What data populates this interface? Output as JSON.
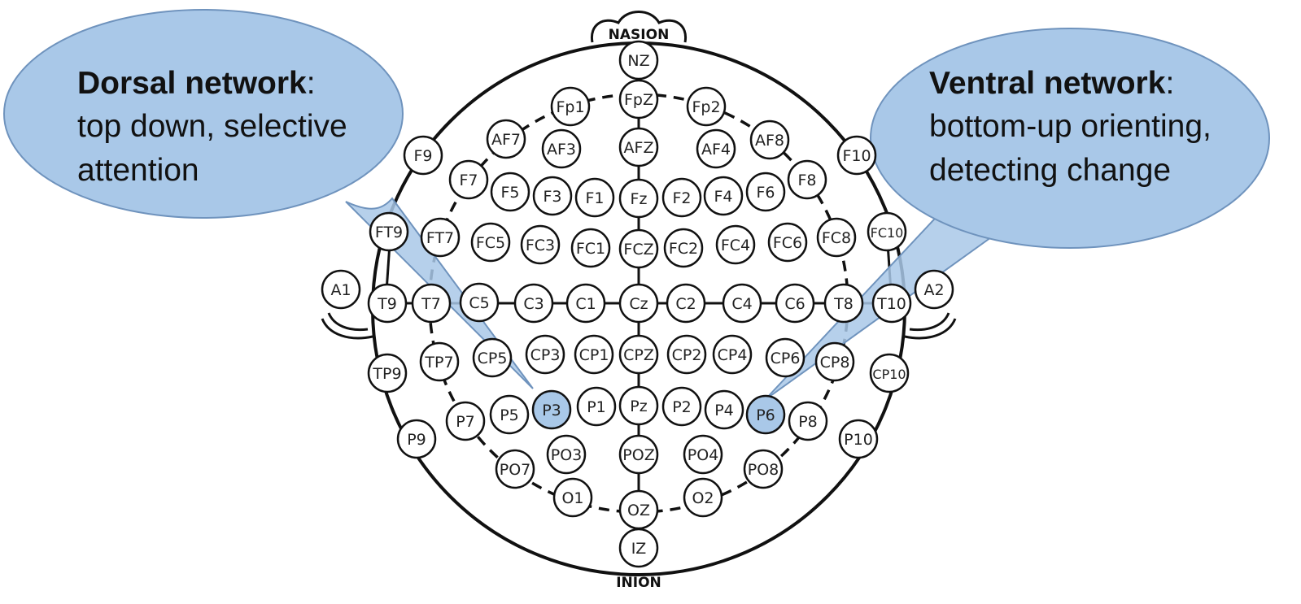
{
  "landmarks": {
    "top": "NASION",
    "bottom": "INION"
  },
  "callouts": {
    "dorsal": {
      "title": "Dorsal network",
      "colon": ":",
      "lines": [
        "top down, selective",
        "attention"
      ]
    },
    "ventral": {
      "title": "Ventral network",
      "colon": ":",
      "lines": [
        "bottom-up orienting,",
        "detecting change"
      ]
    }
  },
  "colors": {
    "highlight": "#a9c8e8",
    "callout_fill": "#a9c8e8",
    "callout_stroke": "#6f93bd",
    "outline": "#111111"
  },
  "electrodes": [
    "NZ",
    "FpZ",
    "Fp1",
    "Fp2",
    "AF7",
    "AF3",
    "AFZ",
    "AF4",
    "AF8",
    "F9",
    "F7",
    "F5",
    "F3",
    "F1",
    "Fz",
    "F2",
    "F4",
    "F6",
    "F8",
    "F10",
    "FT9",
    "FT7",
    "FC5",
    "FC3",
    "FC1",
    "FCZ",
    "FC2",
    "FC4",
    "FC6",
    "FC8",
    "FC10",
    "A1",
    "T9",
    "T7",
    "C5",
    "C3",
    "C1",
    "Cz",
    "C2",
    "C4",
    "C6",
    "T8",
    "T10",
    "A2",
    "TP9",
    "TP7",
    "CP5",
    "CP3",
    "CP1",
    "CPZ",
    "CP2",
    "CP4",
    "CP6",
    "CP8",
    "CP10",
    "P9",
    "P7",
    "P5",
    "P3",
    "P1",
    "Pz",
    "P2",
    "P4",
    "P6",
    "P8",
    "P10",
    "PO7",
    "PO3",
    "POZ",
    "PO4",
    "PO8",
    "O1",
    "OZ",
    "O2",
    "IZ"
  ],
  "highlighted": [
    "P3",
    "P6"
  ]
}
